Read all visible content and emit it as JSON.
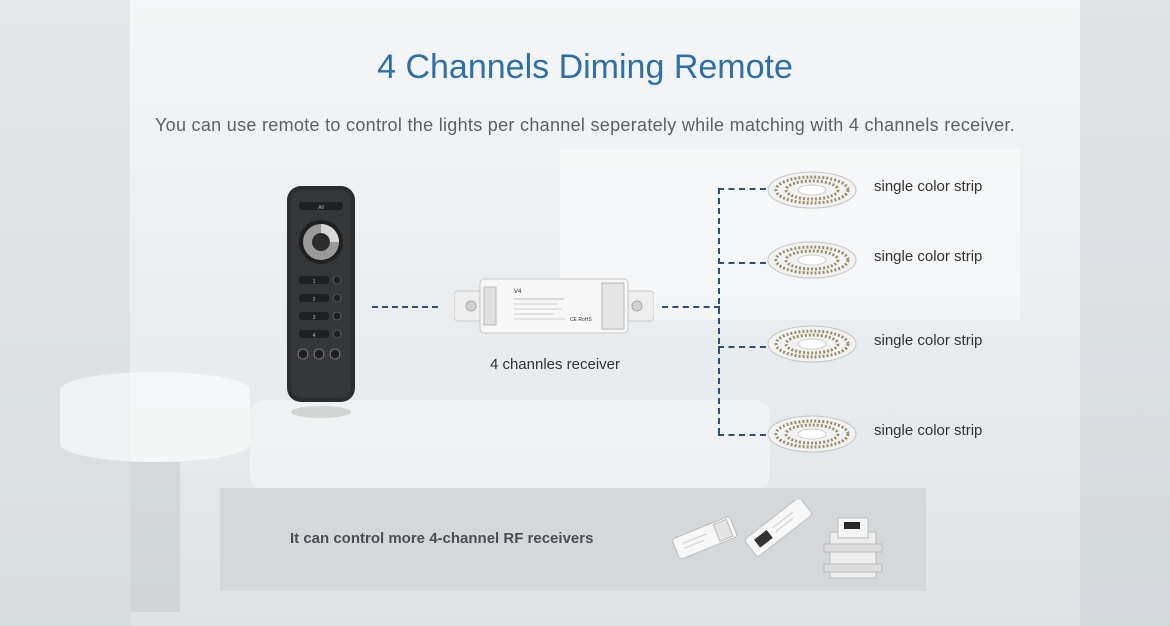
{
  "header": {
    "title": "4 Channels Diming Remote",
    "subtitle": "You can use remote to control the lights per channel seperately while matching with 4 channels receiver."
  },
  "remote": {
    "all_label": "All",
    "buttons": [
      "1",
      "2",
      "3",
      "4"
    ]
  },
  "receiver": {
    "label": "4 channles receiver",
    "model": "V4",
    "mark": "CE RoHS"
  },
  "strips": [
    {
      "label": "single color strip"
    },
    {
      "label": "single color strip"
    },
    {
      "label": "single color strip"
    },
    {
      "label": "single color strip"
    }
  ],
  "bottom_panel": {
    "text": "It can control more 4-channel RF receivers"
  },
  "colors": {
    "title": "#2f6fa8",
    "connector": "#2d4f7a",
    "panel": "#d4d8db"
  }
}
